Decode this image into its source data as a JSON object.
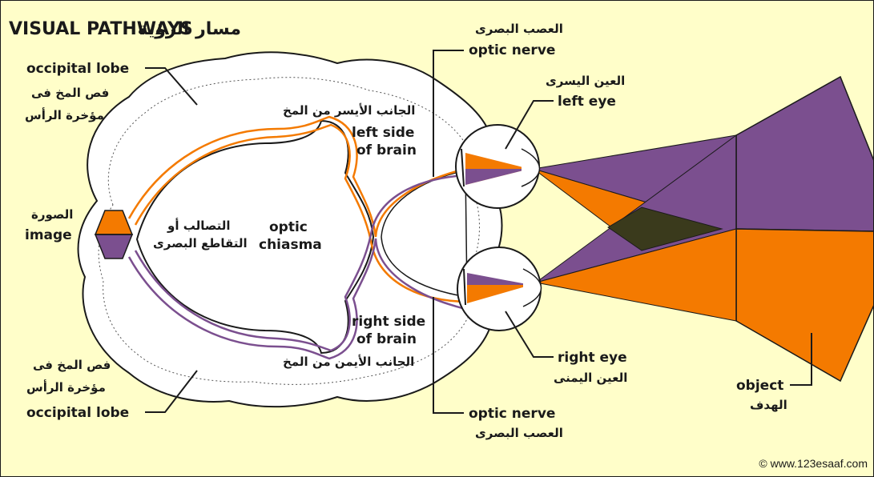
{
  "title": {
    "english": "VISUAL PATHWAYS",
    "arabic": "مسار الرؤية"
  },
  "labels": {
    "occipital_lobe_top": "occipital lobe",
    "occipital_lobe_top_ar_1": "فص المخ فى",
    "occipital_lobe_top_ar_2": "مؤخرة الرأس",
    "image_ar": "الصورة",
    "image": "image",
    "optic_chiasma_ar_1": "التصالب أو",
    "optic_chiasma_ar_2": "التقاطع البصرى",
    "optic_chiasma_1": "optic",
    "optic_chiasma_2": "chiasma",
    "left_side_ar": "الجانب الأيسر من المخ",
    "left_side_1": "left side",
    "left_side_2": "of brain",
    "right_side_1": "right side",
    "right_side_2": "of brain",
    "right_side_ar": "الجانب الأيمن من المخ",
    "optic_nerve_top_ar": "العصب البصرى",
    "optic_nerve_top": "optic nerve",
    "left_eye_ar": "العين اليسرى",
    "left_eye": "left eye",
    "right_eye": "right eye",
    "right_eye_ar": "العين اليمنى",
    "occipital_lobe_bottom_ar_1": "فص المخ فى",
    "occipital_lobe_bottom_ar_2": "مؤخرة الرأس",
    "occipital_lobe_bottom": "occipital lobe",
    "optic_nerve_bottom": "optic nerve",
    "optic_nerve_bottom_ar": "العصب البصرى",
    "object": "object",
    "object_ar": "الهدف"
  },
  "copyright": "© www.123esaaf.com",
  "colors": {
    "background": "#fffec9",
    "purple": "#7b4f8f",
    "orange": "#f47a00",
    "dark_overlap": "#3a3a1c",
    "brain_fill": "#ffffff",
    "outline": "#1a1a1a"
  }
}
